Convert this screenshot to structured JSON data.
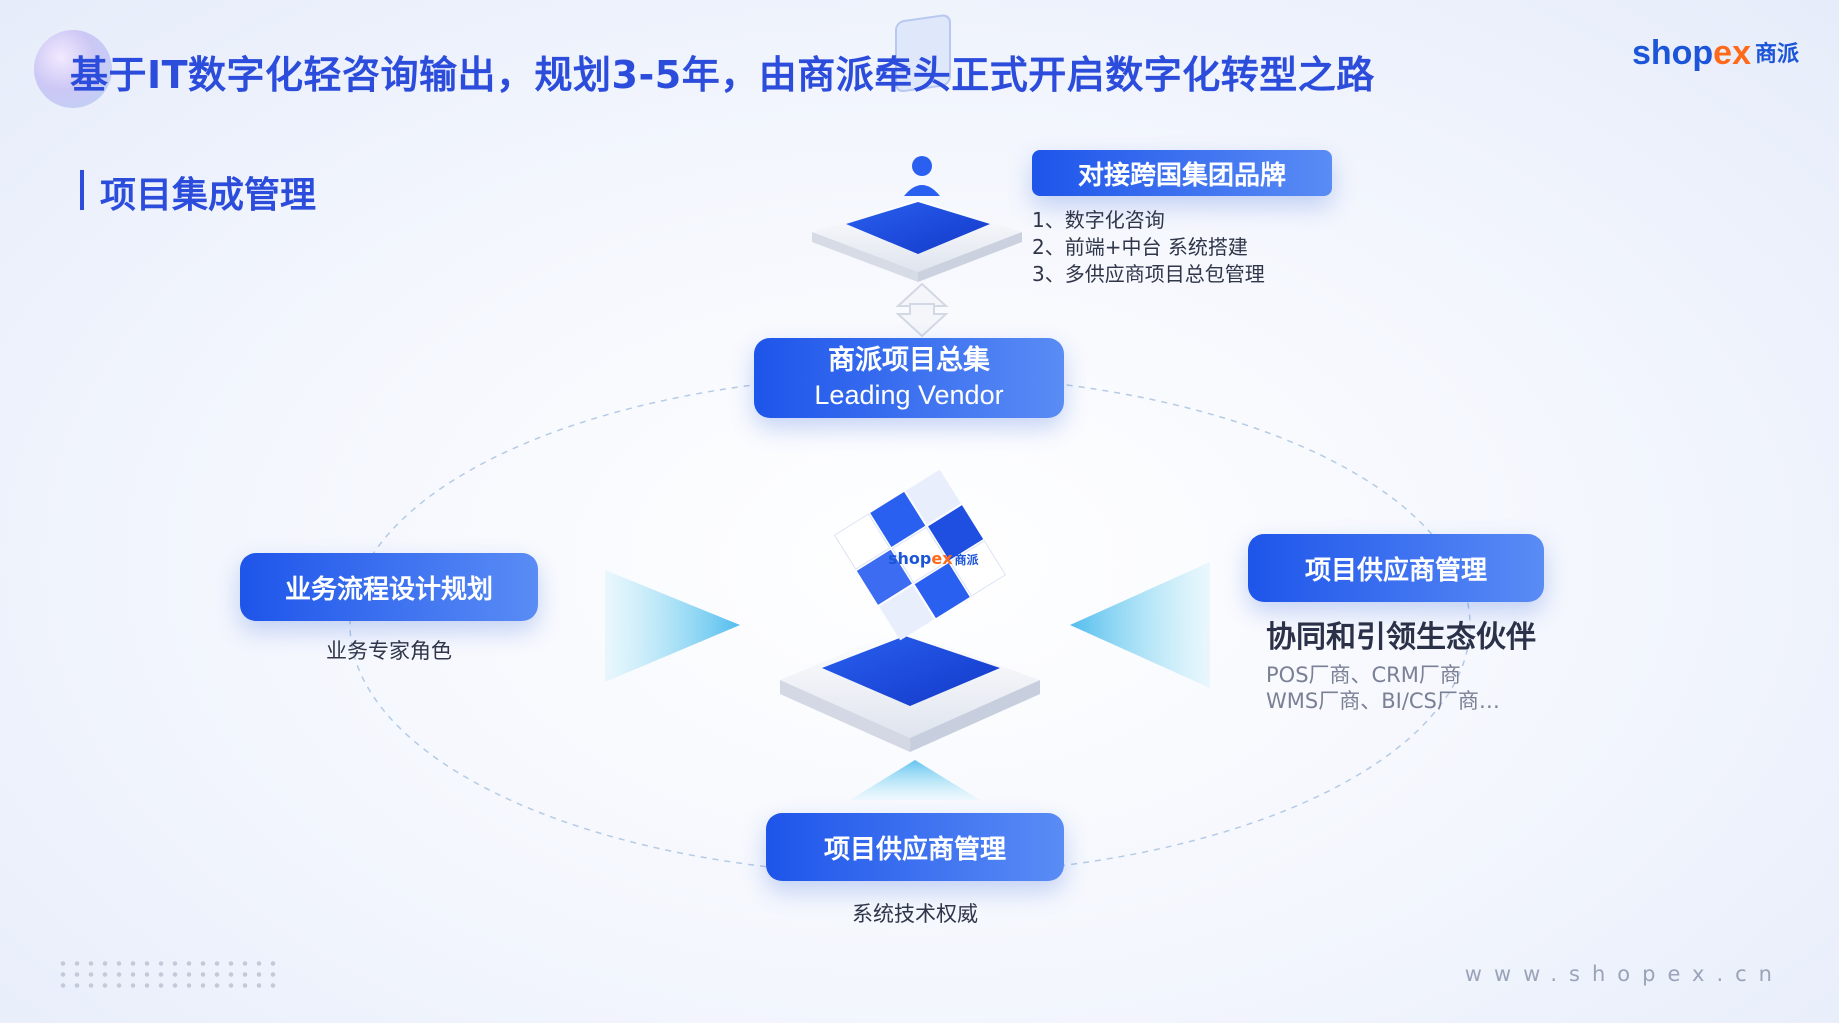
{
  "header": {
    "title": "基于IT数字化轻咨询输出，规划3-5年，由商派牵头正式开启数字化转型之路",
    "logo_text_main": "shop",
    "logo_text_x": "ex",
    "logo_text_cn": "商派"
  },
  "section": {
    "title": "项目集成管理"
  },
  "top": {
    "pill": "对接跨国集团品牌",
    "list": [
      "1、数字化咨询",
      "2、前端+中台 系统搭建",
      "3、多供应商项目总包管理"
    ]
  },
  "center": {
    "line1": "商派项目总集",
    "line2": "Leading Vendor",
    "cube_logo_main": "shop",
    "cube_logo_x": "ex",
    "cube_logo_cn": "商派"
  },
  "left": {
    "pill": "业务流程设计规划",
    "caption": "业务专家角色"
  },
  "right": {
    "pill": "项目供应商管理",
    "headline": "协同和引领生态伙伴",
    "lines": [
      "POS厂商、CRM厂商",
      "WMS厂商、BI/CS厂商…"
    ]
  },
  "bottom": {
    "pill": "项目供应商管理",
    "caption": "系统技术权威"
  },
  "footer": {
    "website": "www.shopex.cn"
  },
  "colors": {
    "primary": "#2c4cdc",
    "accent": "#ff6a1a",
    "pill_start": "#1e55ea",
    "pill_end": "#5a8cf5"
  },
  "icons": [
    "user-card-icon",
    "double-arrow-icon",
    "cube-icon",
    "left-triangle-icon",
    "right-triangle-icon",
    "up-triangle-icon"
  ]
}
